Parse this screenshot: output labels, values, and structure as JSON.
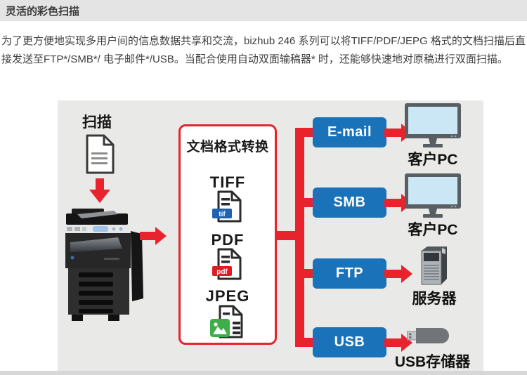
{
  "header": {
    "title": "灵活的彩色扫描"
  },
  "intro": {
    "text": "为了更方便地实现多用户间的信息数据共享和交流，bizhub 246 系列可以将TIFF/PDF/JEPG 格式的文档扫描后直接发送至FTP*/SMB*/ 电子邮件*/USB。当配合使用自动双面输稿器* 时，还能够快速地对原稿进行双面扫描。"
  },
  "diagram": {
    "scan_label": "扫描",
    "converter_title": "文档格式转换",
    "formats": [
      {
        "label": "TIFF",
        "badge": "tif"
      },
      {
        "label": "PDF",
        "badge": "pdf"
      },
      {
        "label": "JPEG",
        "badge": ""
      }
    ],
    "destinations": [
      {
        "protocol": "E-mail",
        "target": "客户PC",
        "icon": "monitor-icon"
      },
      {
        "protocol": "SMB",
        "target": "客户PC",
        "icon": "monitor-icon"
      },
      {
        "protocol": "FTP",
        "target": "服务器",
        "icon": "server-icon"
      },
      {
        "protocol": "USB",
        "target": "USB存储器",
        "icon": "usb-drive-icon"
      }
    ],
    "icons": [
      "document-icon",
      "arrow-down-icon",
      "printer-image",
      "arrow-right-icon",
      "tiff-file-icon",
      "pdf-file-icon",
      "jpeg-file-icon",
      "monitor-icon",
      "server-icon",
      "usb-drive-icon"
    ],
    "colors": {
      "accent_red": "#e8232e",
      "button_blue": "#1a73b9",
      "panel_bg": "#e9e9e7",
      "header_bg": "#e4e4e4",
      "tif_badge_blue": "#1f63b0",
      "pdf_badge_red": "#e01b22",
      "jpeg_badge_green": "#3fae49",
      "monitor_screen": "#cbe7f5"
    }
  }
}
